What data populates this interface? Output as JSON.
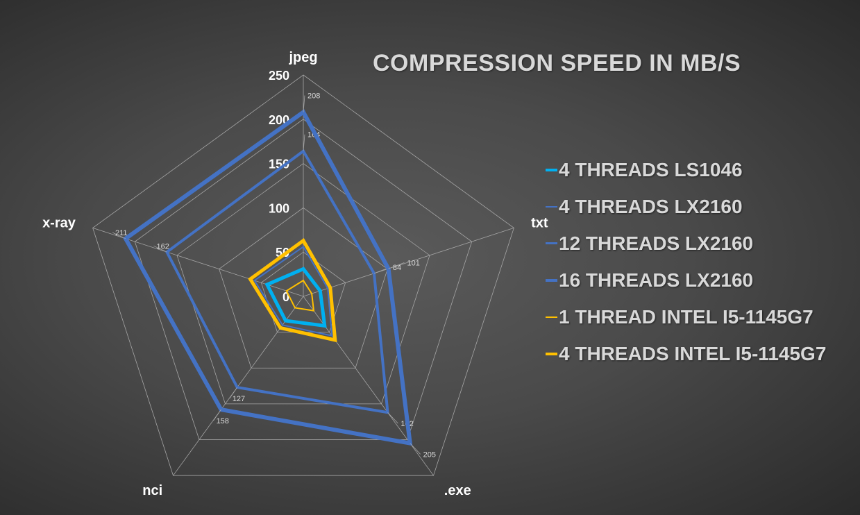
{
  "chart_data": {
    "type": "radar",
    "title": "COMPRESSION SPEED IN MB/S",
    "categories": [
      "jpeg",
      "txt",
      ".exe",
      "nci",
      "x-ray"
    ],
    "rlim": [
      0,
      250
    ],
    "ticks": [
      "0",
      "50",
      "100",
      "150",
      "200",
      "250"
    ],
    "tick_values": [
      0,
      50,
      100,
      150,
      200,
      250
    ],
    "grid": true,
    "legend_position": "right",
    "series": [
      {
        "name": "4 THREADS LS1046",
        "color": "#00B0F0",
        "width": 5,
        "values": [
          31,
          20,
          41,
          34,
          43
        ],
        "labels": false
      },
      {
        "name": "4 THREADS LX2160",
        "color": "#4472C4",
        "width": 2,
        "values": [
          56,
          29,
          55,
          40,
          58
        ],
        "labels": false
      },
      {
        "name": "12 THREADS LX2160",
        "color": "#4472C4",
        "width": 4,
        "values": [
          164,
          84,
          162,
          127,
          162
        ],
        "labels": true
      },
      {
        "name": "16 THREADS LX2160",
        "color": "#4472C4",
        "width": 6,
        "values": [
          208,
          101,
          205,
          158,
          211
        ],
        "labels": true
      },
      {
        "name": "1 THREAD INTEL I5-1145G7",
        "color": "#FFC000",
        "width": 2,
        "values": [
          18,
          10,
          20,
          16,
          20
        ],
        "labels": false
      },
      {
        "name": "4 THREADS INTEL I5-1145G7",
        "color": "#FFC000",
        "width": 5,
        "values": [
          63,
          32,
          61,
          44,
          63
        ],
        "labels": false
      }
    ]
  }
}
